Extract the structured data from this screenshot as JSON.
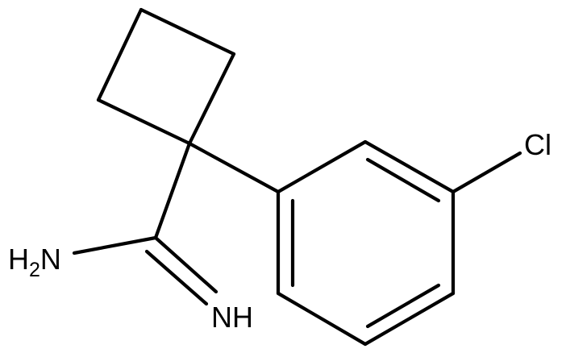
{
  "labels": {
    "chlorine": "Cl",
    "amine_h": "H",
    "amine_sub": "2",
    "amine_n": "N",
    "imine": "NH"
  }
}
